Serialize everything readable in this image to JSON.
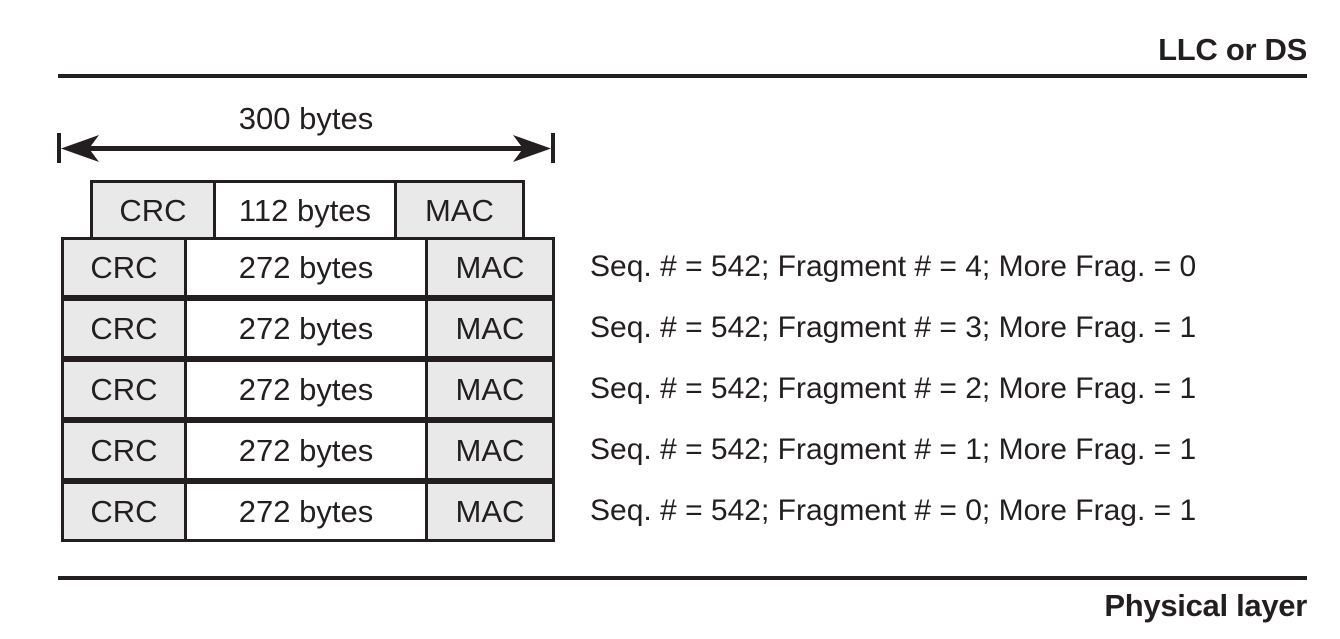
{
  "diagram": {
    "top_layer_label": "LLC or DS",
    "bottom_layer_label": "Physical layer",
    "dimension": {
      "label": "300 bytes",
      "arrow_icon": "double-headed-horizontal-arrow"
    },
    "colors": {
      "ink": "#231f20",
      "shaded_cell": "#e9e9e9",
      "background": "#ffffff"
    },
    "top_row": {
      "crc": "CRC",
      "payload": "112 bytes",
      "mac": "MAC"
    },
    "fragment_rows": [
      {
        "crc": "CRC",
        "payload": "272 bytes",
        "mac": "MAC",
        "annotation": "Seq. # = 542; Fragment # = 4; More Frag. = 0"
      },
      {
        "crc": "CRC",
        "payload": "272 bytes",
        "mac": "MAC",
        "annotation": "Seq. # = 542; Fragment # = 3; More Frag. = 1"
      },
      {
        "crc": "CRC",
        "payload": "272 bytes",
        "mac": "MAC",
        "annotation": "Seq. # = 542; Fragment # = 2; More Frag. = 1"
      },
      {
        "crc": "CRC",
        "payload": "272 bytes",
        "mac": "MAC",
        "annotation": "Seq. # = 542; Fragment # = 1; More Frag. = 1"
      },
      {
        "crc": "CRC",
        "payload": "272 bytes",
        "mac": "MAC",
        "annotation": "Seq. # = 542; Fragment # = 0; More Frag. = 1"
      }
    ]
  }
}
